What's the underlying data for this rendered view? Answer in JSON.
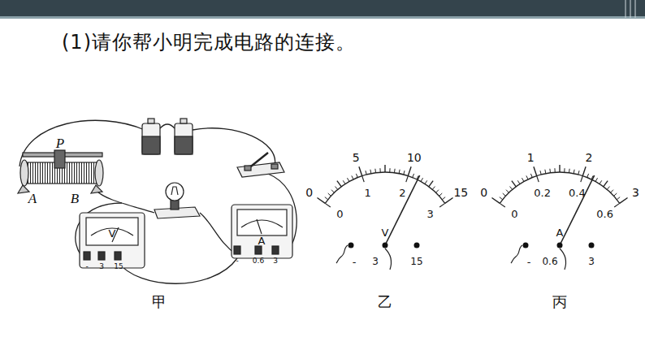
{
  "diagram": {
    "title": "(1)请你帮小明完成电路的连接。",
    "labels": [
      "P",
      "A",
      "B",
      "V",
      "-",
      "3",
      "15",
      "A",
      "-",
      "0.6",
      "3",
      "甲",
      "0",
      "5",
      "10",
      "15",
      "0",
      "1",
      "2",
      "3",
      "V",
      "-",
      "3",
      "15",
      "乙",
      "0",
      "1",
      "2",
      "3",
      "0",
      "0.2",
      "0.4",
      "0.6",
      "A",
      "-",
      "0.6",
      "3",
      "丙"
    ]
  }
}
